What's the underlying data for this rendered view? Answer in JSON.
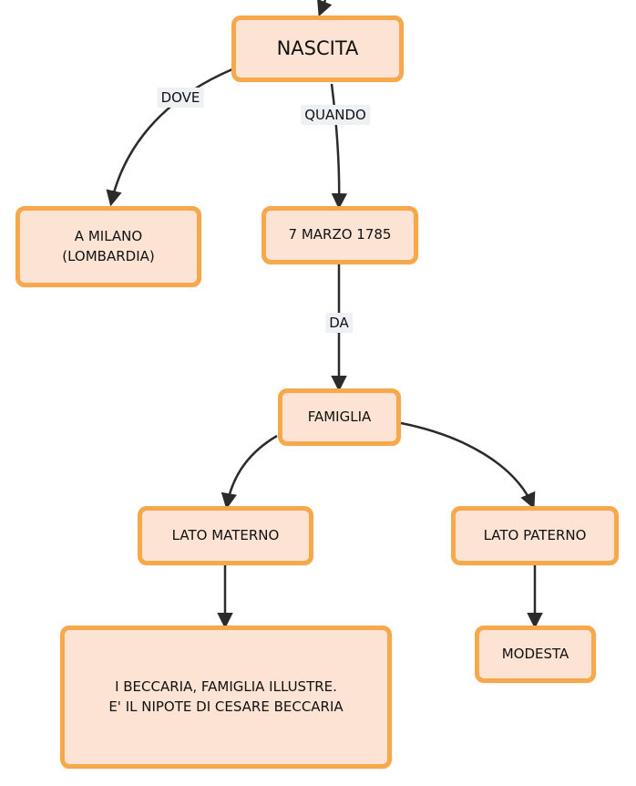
{
  "nodes": {
    "nascita": "NASCITA",
    "milano": "A MILANO\n(LOMBARDIA)",
    "data": "7 MARZO 1785",
    "famiglia": "FAMIGLIA",
    "materno": "LATO MATERNO",
    "paterno": "LATO PATERNO",
    "beccaria": "I BECCARIA, FAMIGLIA ILLUSTRE.\nE' IL NIPOTE DI CESARE BECCARIA",
    "modesta": "MODESTA"
  },
  "edges": {
    "dove": "DOVE",
    "quando": "QUANDO",
    "da": "DA"
  },
  "colors": {
    "node_fill": "#fde3d3",
    "node_border": "#f7a84a",
    "link": "#2b2b2b",
    "label_bg": "#eef1f3"
  }
}
